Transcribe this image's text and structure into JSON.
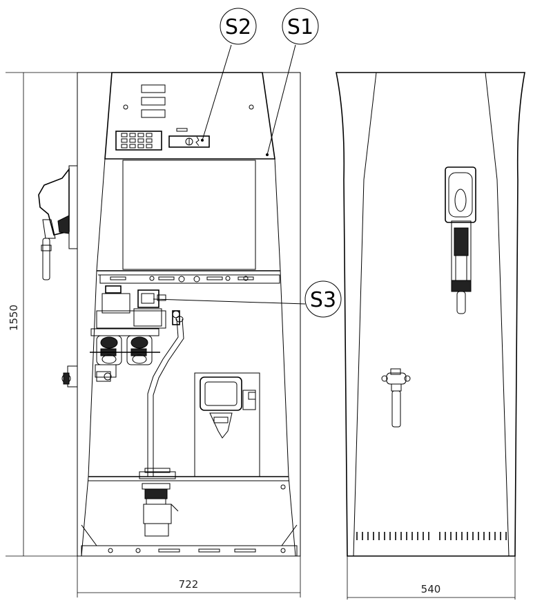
{
  "callouts": [
    {
      "id": "s1",
      "label": "S1"
    },
    {
      "id": "s2",
      "label": "S2"
    },
    {
      "id": "s3",
      "label": "S3"
    }
  ],
  "dimensions": {
    "height": "1550",
    "front_width": "722",
    "side_width": "540"
  }
}
